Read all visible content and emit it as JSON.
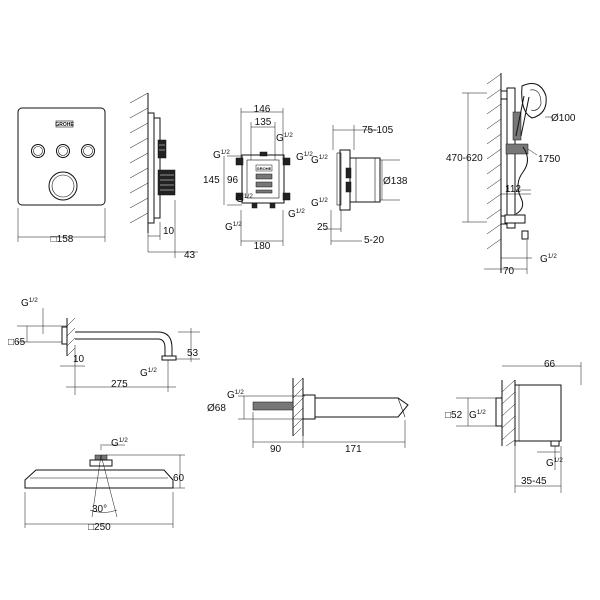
{
  "brand": "GROHE",
  "dims": {
    "panel_width": "□158",
    "box_depth": "10",
    "box_total": "43",
    "body_146": "146",
    "body_135": "135",
    "body_145": "145",
    "body_96": "96",
    "body_180": "180",
    "g_half": "G",
    "half": "1/2",
    "side_75_105": "75-105",
    "side_d138": "Ø138",
    "side_25": "25",
    "side_5_20": "5-20",
    "rail_470_620": "470-620",
    "rail_d100": "Ø100",
    "rail_1750": "1750",
    "rail_112": "112",
    "rail_70": "70",
    "arm_sq65": "□65",
    "arm_10": "10",
    "arm_275": "275",
    "arm_53": "53",
    "spout_d68": "Ø68",
    "spout_90": "90",
    "spout_171": "171",
    "elbow_66": "66",
    "elbow_sq52": "□52",
    "elbow_35_45": "35-45",
    "head_60": "60",
    "head_angle": "30°",
    "head_sq250": "□250"
  }
}
